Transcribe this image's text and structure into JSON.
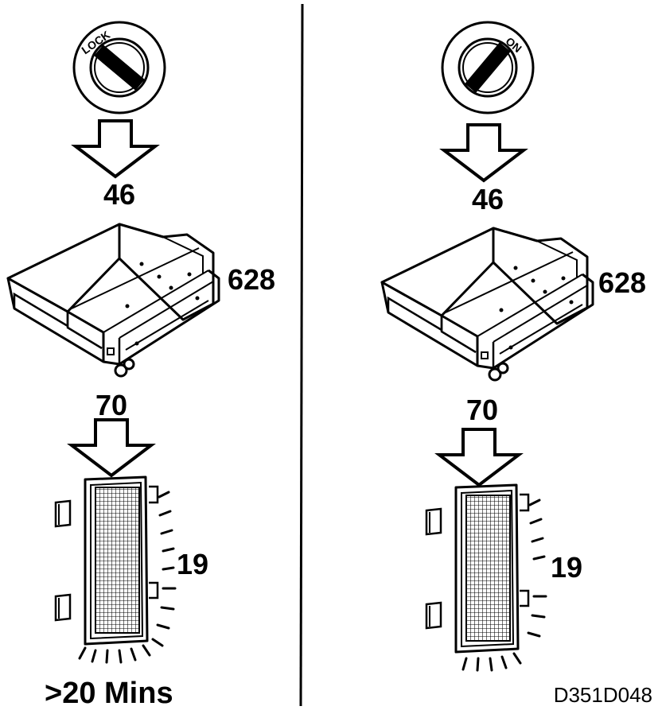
{
  "left_panel": {
    "key_label": "LOCK",
    "module_number": "46",
    "unit_number": "628",
    "connector_number": "70",
    "lamp_number": "19",
    "time_label": ">20 Mins"
  },
  "right_panel": {
    "key_label": "ON",
    "module_number": "46",
    "unit_number": "628",
    "connector_number": "70",
    "lamp_number": "19"
  },
  "figure_ref": "D351D048"
}
